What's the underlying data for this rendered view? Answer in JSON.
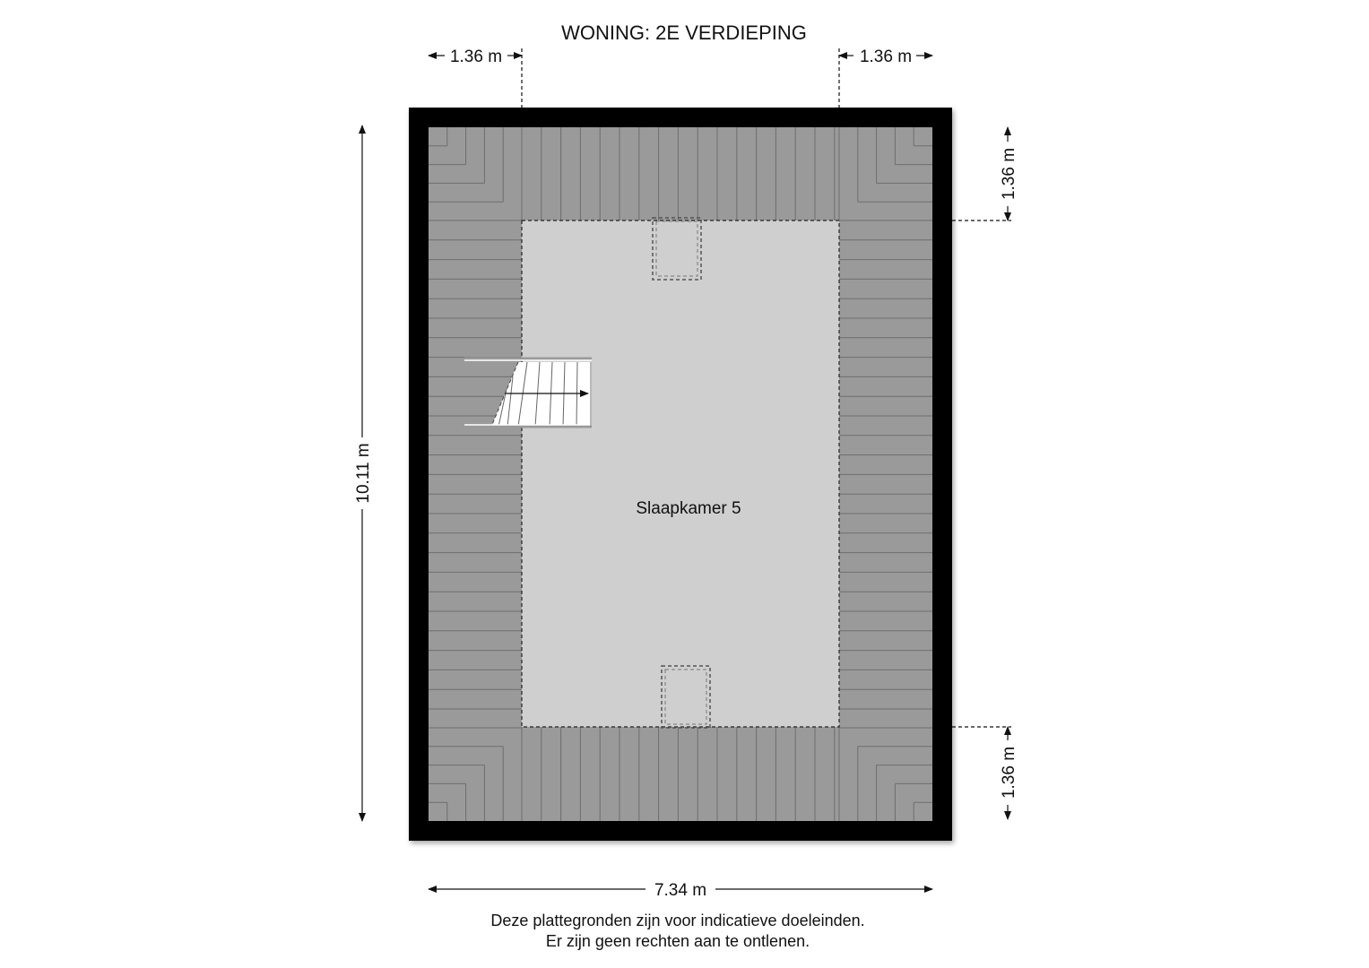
{
  "title": "WONING: 2E VERDIEPING",
  "room": {
    "label": "Slaapkamer 5"
  },
  "dimensions": {
    "top_left_offset": "1.36 m",
    "top_right_offset": "1.36 m",
    "right_top_offset": "1.36 m",
    "right_bottom_offset": "1.36 m",
    "total_height": "10.11 m",
    "total_width": "7.34 m"
  },
  "disclaimer": {
    "line1": "Deze plattegronden zijn voor indicatieve doeleinden.",
    "line2": "Er zijn geen rechten aan te ontlenen."
  },
  "colors": {
    "wall": "#000000",
    "roof_slope": "#9a9a9a",
    "roof_line": "#6e6e6e",
    "floor": "#cfcfcf",
    "stair": "#ffffff"
  }
}
